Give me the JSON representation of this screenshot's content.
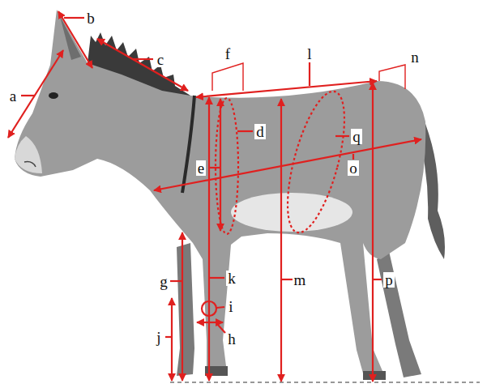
{
  "diagram": {
    "labels": [
      "b",
      "c",
      "f",
      "l",
      "n",
      "a",
      "d",
      "q",
      "e",
      "o",
      "g",
      "k",
      "m",
      "p",
      "i",
      "h",
      "j"
    ]
  }
}
